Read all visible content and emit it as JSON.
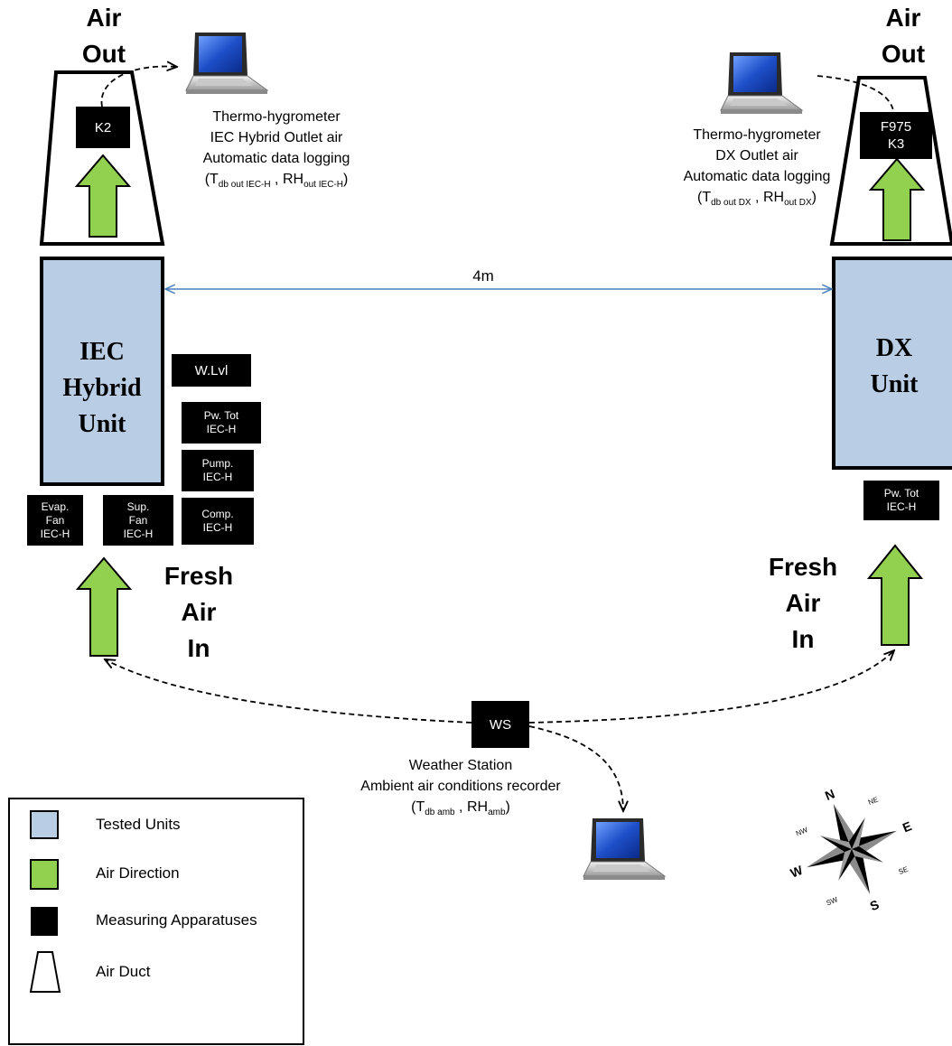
{
  "left_unit": {
    "air_out": [
      "Air",
      "Out"
    ],
    "title": [
      "IEC",
      "Hybrid",
      "Unit"
    ],
    "duct_sensor": "K2",
    "sensors": {
      "w_lvl": "W.Lvl",
      "pw_tot": "Pw. Tot\nIEC-H",
      "pump": "Pump.\nIEC-H",
      "comp": "Comp.\nIEC-H",
      "evap_fan": "Evap.\nFan\nIEC-H",
      "sup_fan": "Sup.\nFan\nIEC-H"
    },
    "fresh_air": [
      "Fresh",
      "Air",
      "In"
    ],
    "logger": {
      "line1": "Thermo-hygrometer",
      "line2": "IEC Hybrid Outlet air",
      "line3": "Automatic data logging",
      "t_main": "T",
      "t_sub": "db out IEC-H",
      "rh_main": "RH",
      "rh_sub": "out IEC-H"
    }
  },
  "right_unit": {
    "air_out": [
      "Air",
      "Out"
    ],
    "title": [
      "DX",
      "Unit"
    ],
    "duct_sensor": "F975\nK3",
    "sensors": {
      "pw_tot": "Pw. Tot\nIEC-H"
    },
    "fresh_air": [
      "Fresh",
      "Air",
      "In"
    ],
    "logger": {
      "line1": "Thermo-hygrometer",
      "line2": "DX Outlet air",
      "line3": "Automatic data logging",
      "t_main": "T",
      "t_sub": "db out DX",
      "rh_main": "RH",
      "rh_sub": "out DX"
    }
  },
  "distance_label": "4m",
  "weather_station": {
    "label": "WS",
    "line1": "Weather Station",
    "line2": "Ambient air conditions recorder",
    "t_main": "T",
    "t_sub": "db amb",
    "rh_main": "RH",
    "rh_sub": "amb"
  },
  "compass": {
    "n": "N",
    "ne": "NE",
    "e": "E",
    "se": "SE",
    "s": "S",
    "sw": "SW",
    "w": "W",
    "nw": "NW"
  },
  "legend": {
    "items": [
      {
        "label": "Tested Units",
        "color": "#b9cde5"
      },
      {
        "label": "Air Direction",
        "color": "#92d050"
      },
      {
        "label": "Measuring Apparatuses",
        "color": "#000000"
      },
      {
        "label": "Air Duct",
        "color": "#ffffff"
      }
    ]
  },
  "colors": {
    "unit_fill": "#b9cde5",
    "arrow_fill": "#92d050",
    "distance_line": "#4a7ebb",
    "black": "#000000"
  }
}
